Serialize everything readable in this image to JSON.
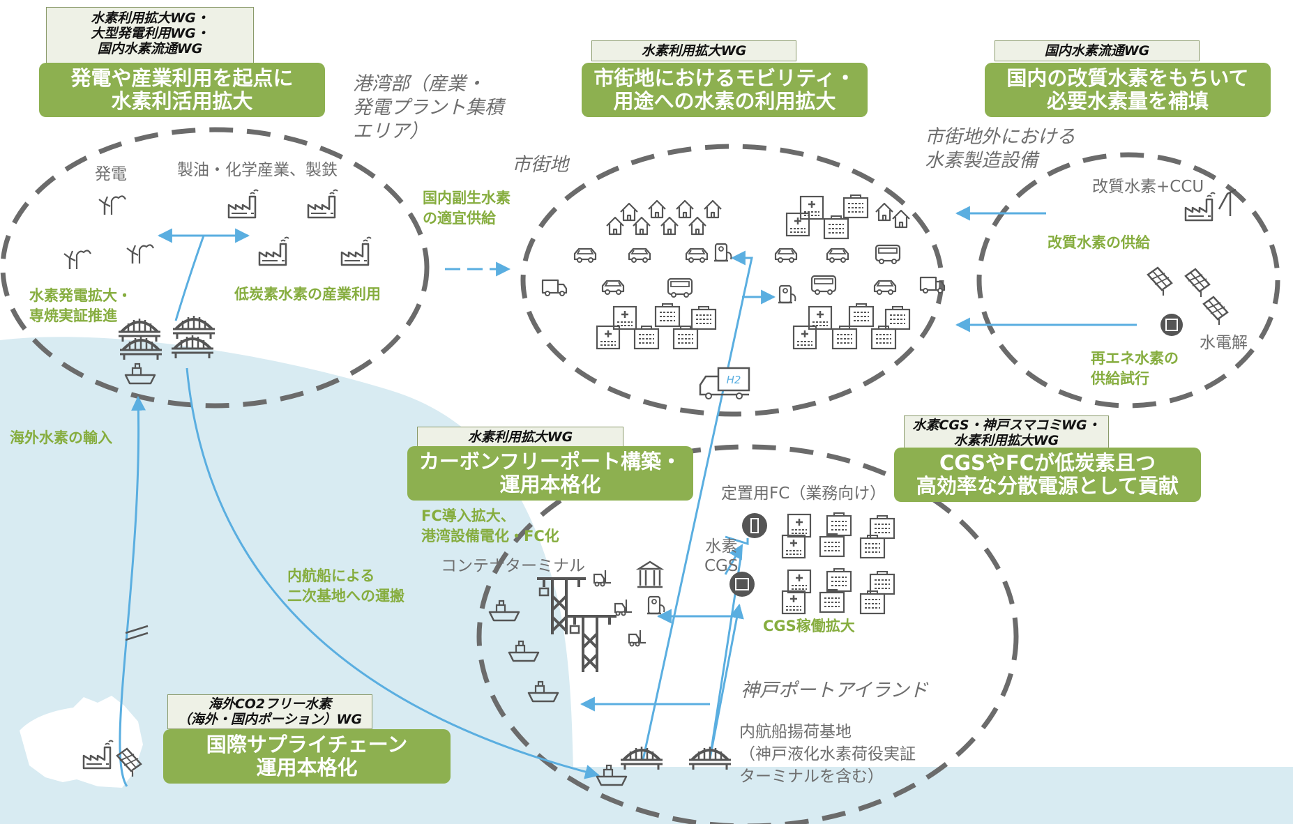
{
  "colors": {
    "accent_green": "#8db050",
    "label_green": "#86ad3f",
    "flow_blue": "#5aaee0",
    "sea": "#d8ebf2",
    "dash": "#6b6b6b",
    "icon": "#555555"
  },
  "wg_tags": {
    "top_left": [
      "水素利用拡大WG・",
      "大型発電利用WG・",
      "国内水素流通WG"
    ],
    "top_center": "水素利用拡大WG",
    "top_right": "国内水素流通WG",
    "mid_center": "水素利用拡大WG",
    "mid_right": [
      "水素CGS・神戸スマコミWG・",
      "水素利用拡大WG"
    ],
    "bottom_left": [
      "海外CO2フリー水素",
      "（海外・国内ポーション）WG"
    ]
  },
  "banners": {
    "left": [
      "発電や産業利用を起点に",
      "水素利活用拡大"
    ],
    "center": [
      "市街地におけるモビリティ・",
      "用途への水素の利用拡大"
    ],
    "right": [
      "国内の改質水素をもちいて",
      "必要水素量を補填"
    ],
    "mid_center": [
      "カーボンフリーポート構築・",
      "運用本格化"
    ],
    "mid_right": [
      "CGSやFCが低炭素且つ",
      "高効率な分散電源として貢献"
    ],
    "bottom_left": [
      "国際サプライチェーン",
      "運用本格化"
    ]
  },
  "area_labels": {
    "port": [
      "港湾部（産業・",
      "発電プラント集積",
      "エリア）"
    ],
    "city": "市街地",
    "outside": [
      "市街地外における",
      "水素製造設備"
    ],
    "island": "神戸ポートアイランド"
  },
  "labels": {
    "power": "発電",
    "industry": "製油・化学産業、製鉄",
    "reformed_ccu": "改質水素+CCU",
    "electrolysis": "水電解",
    "stationary_fc": "定置用FC（業務向け）",
    "h2_cgs": [
      "水素",
      "CGS"
    ],
    "container_terminal": "コンテナターミナル",
    "unloading_base": [
      "内航船揚荷基地",
      "（神戸液化水素荷役実証",
      "ターミナルを含む）"
    ],
    "truck_h2": "H2"
  },
  "green_labels": {
    "byproduct": [
      "国内副生水素",
      "の適宜供給"
    ],
    "h2_power": [
      "水素発電拡大・",
      "専焼実証推進"
    ],
    "low_carbon_industry": "低炭素水素の産業利用",
    "reformed_supply": "改質水素の供給",
    "renewable_trial": [
      "再エネ水素の",
      "供給試行"
    ],
    "import": "海外水素の輸入",
    "coastal_ship": [
      "内航船による",
      "二次基地への運搬"
    ],
    "fc_expansion": [
      "FC導入拡大、",
      "港湾設備電化・FC化"
    ],
    "cgs_expansion": "CGS稼働拡大"
  }
}
